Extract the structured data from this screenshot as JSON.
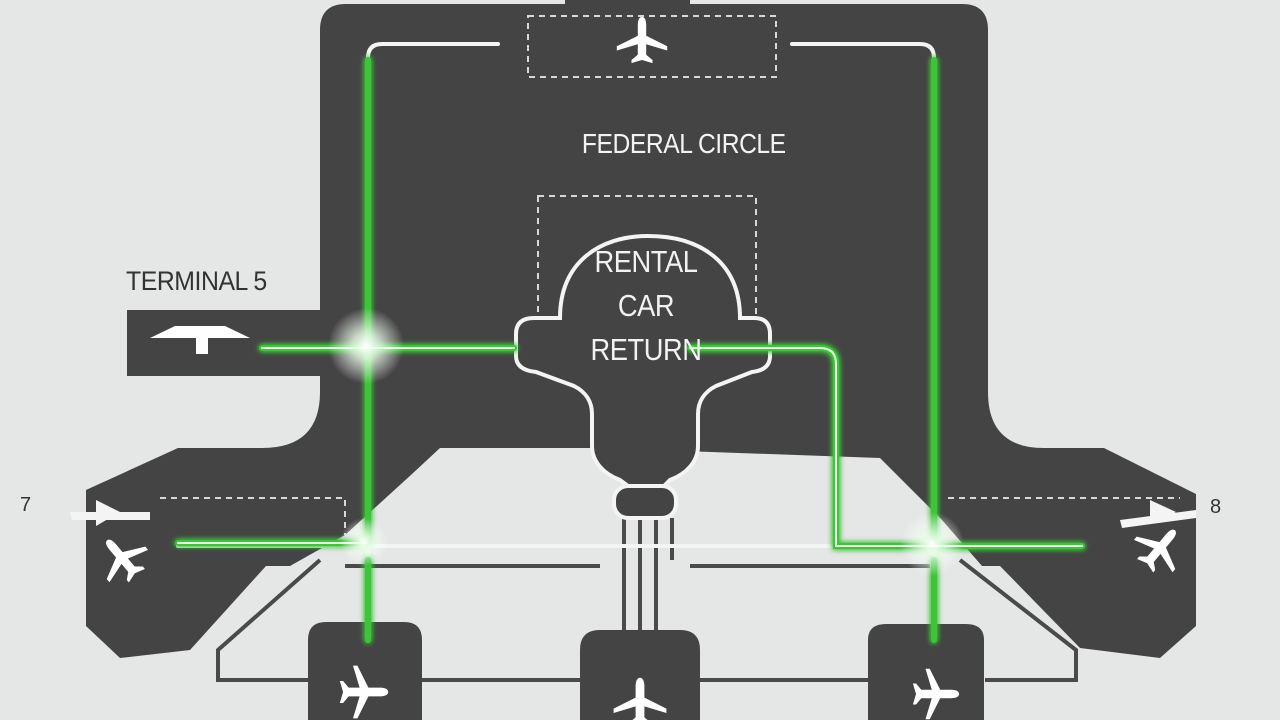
{
  "map": {
    "title": "FEDERAL CIRCLE",
    "rental": {
      "line1": "RENTAL",
      "line2": "CAR",
      "line3": "RETURN"
    },
    "terminal5": "TERMINAL 5",
    "terminal7": "7",
    "terminal8": "8"
  },
  "colors": {
    "background": "#e5e6e6",
    "land": "#444444",
    "glow_route": "#3cc43a",
    "glow_core": "#d9ffd2",
    "outline": "#f2f2f2"
  },
  "icons": {
    "aircraft": "airplane-icon",
    "ferry": "boat-icon"
  }
}
